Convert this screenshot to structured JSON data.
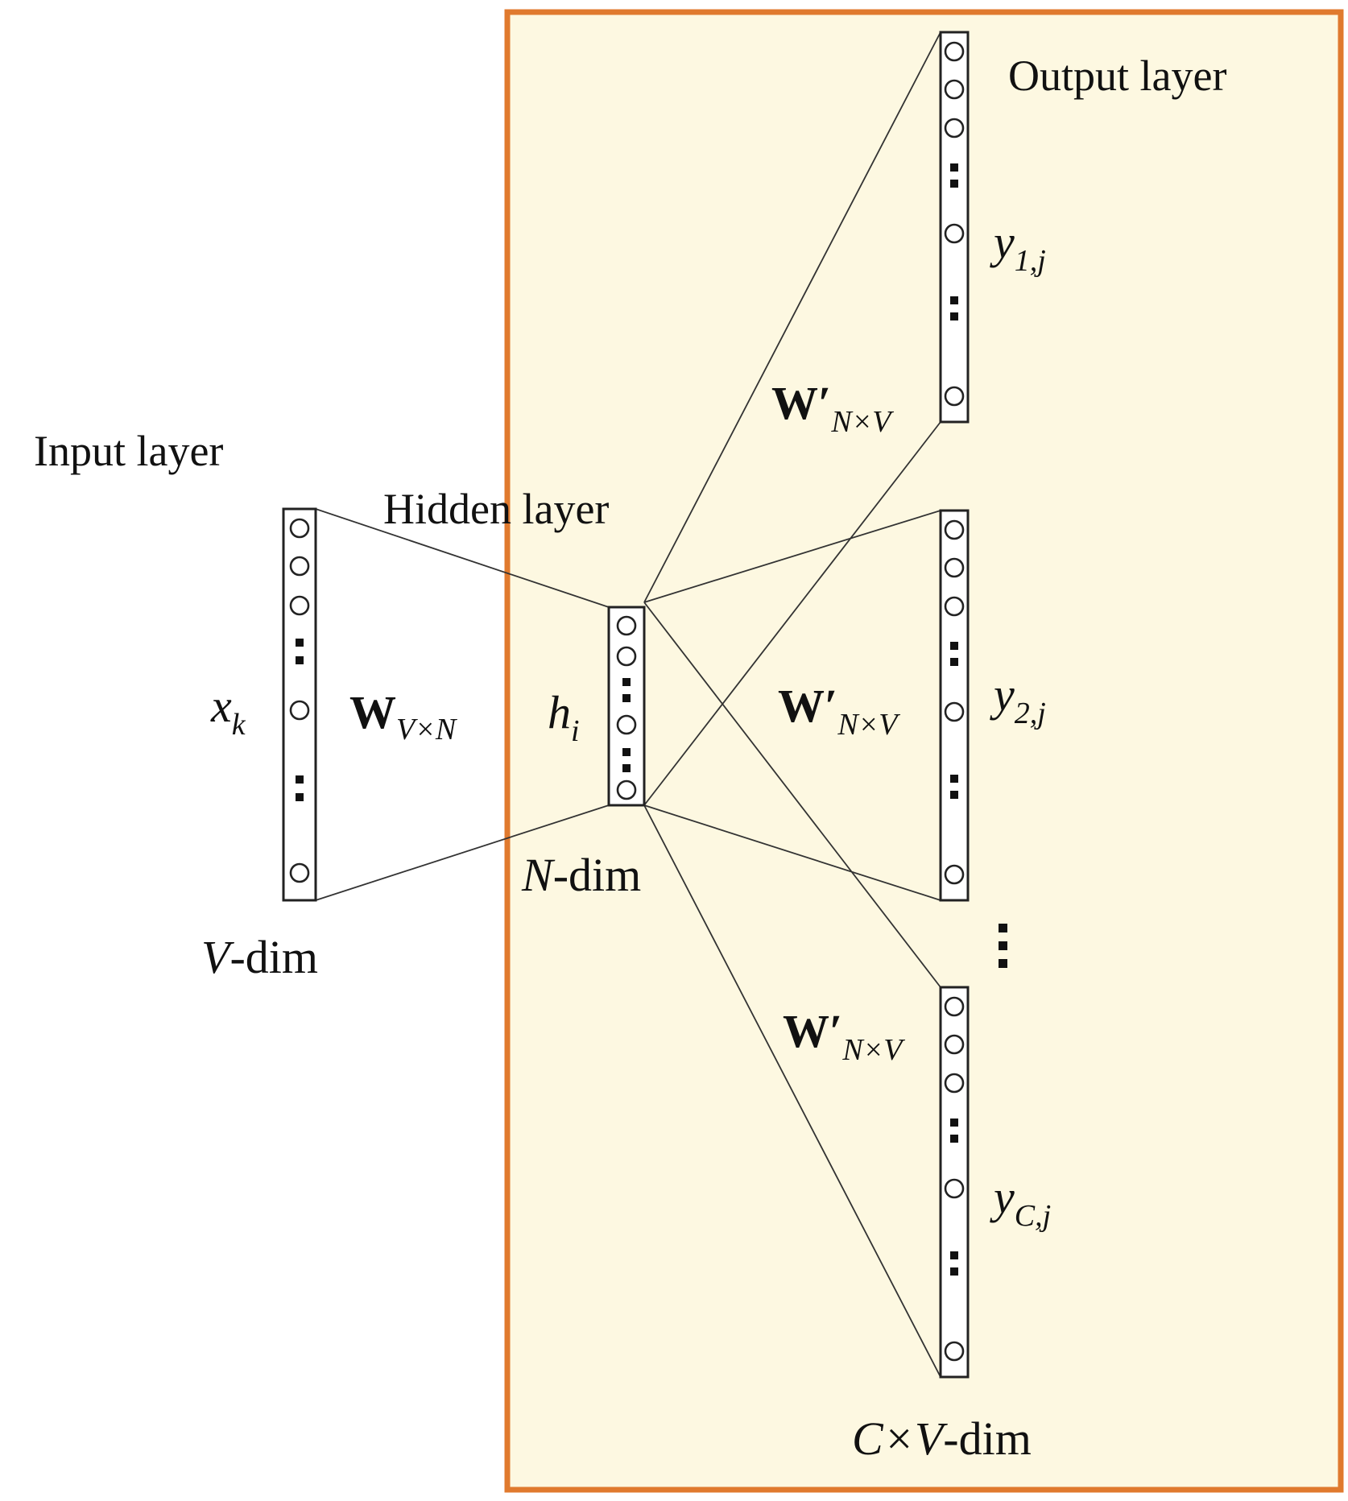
{
  "colors": {
    "panel_fill": "#fdf8e1",
    "panel_border": "#e07a2e",
    "line": "#333333"
  },
  "labels": {
    "input_layer": "Input layer",
    "hidden_layer": "Hidden layer",
    "output_layer": "Output layer",
    "input_dim": "-dim",
    "input_dim_var": "V",
    "hidden_dim": "-dim",
    "hidden_dim_var": "N",
    "output_dim_prefix": "C×V",
    "output_dim": "-dim"
  },
  "symbols": {
    "x_main": "x",
    "x_sub": "k",
    "h_main": "h",
    "h_sub": "i",
    "w_main": "W",
    "w_sub": "V×N",
    "wp_main": "W′",
    "wp_sub": "N×V",
    "y1_main": "y",
    "y1_sub": "1,j",
    "y2_main": "y",
    "y2_sub": "2,j",
    "yc_main": "y",
    "yc_sub": "C,j"
  }
}
